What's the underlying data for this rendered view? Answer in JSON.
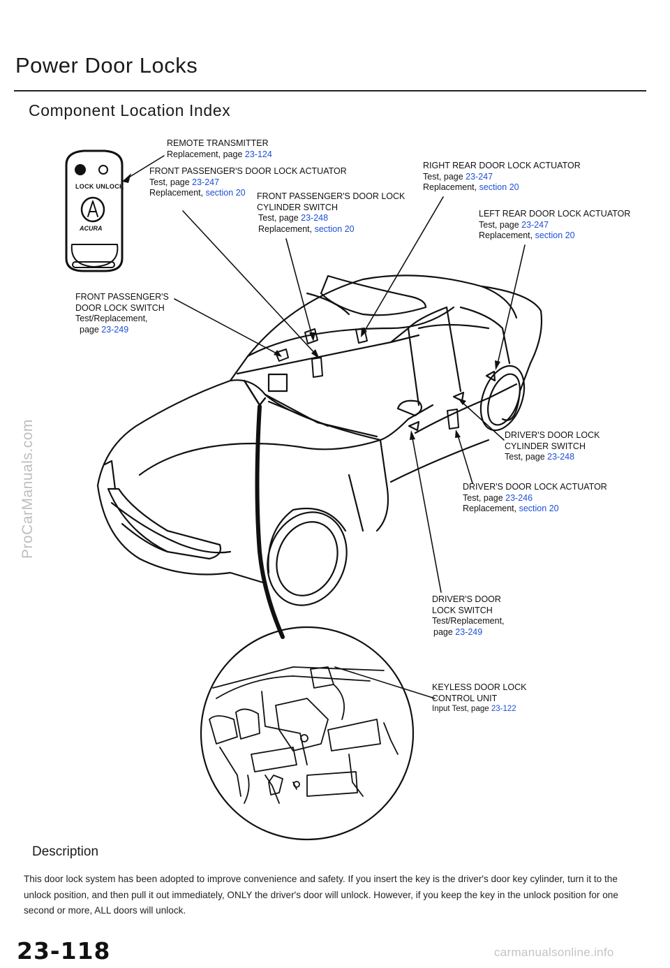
{
  "page_title": "Power Door Locks",
  "section_title": "Component Location Index",
  "keyfob": {
    "lock_unlock_label": "LOCK UNLOCK",
    "brand": "ACURA"
  },
  "callouts": {
    "remote_transmitter": {
      "name": "REMOTE  TRANSMITTER",
      "line2_prefix": "Replacement, page ",
      "line2_ref": "23-124"
    },
    "front_pass_actuator": {
      "name": "FRONT PASSENGER'S DOOR LOCK ACTUATOR",
      "test_prefix": "Test, page ",
      "test_ref": "23-247",
      "repl_prefix": "Replacement, ",
      "repl_ref": "section 20"
    },
    "front_pass_cyl_switch": {
      "name1": "FRONT  PASSENGER'S  DOOR  LOCK",
      "name2": "CYLINDER  SWITCH",
      "test_prefix": "Test, page ",
      "test_ref": "23-248",
      "repl_prefix": "Replacement, ",
      "repl_ref": "section 20"
    },
    "right_rear_actuator": {
      "name": "RIGHT REAR DOOR LOCK ACTUATOR",
      "test_prefix": "Test, page ",
      "test_ref": "23-247",
      "repl_prefix": "Replacement, ",
      "repl_ref": "section 20"
    },
    "left_rear_actuator": {
      "name": "LEFT REAR DOOR LOCK ACTUATOR",
      "test_prefix": "Test, page ",
      "test_ref": "23-247",
      "repl_prefix": "Replacement, ",
      "repl_ref": "section 20"
    },
    "front_pass_lock_switch": {
      "name1": "FRONT PASSENGER'S",
      "name2": "DOOR  LOCK  SWITCH",
      "line3": "Test/Replacement,",
      "page_prefix": "page ",
      "page_ref": "23-249"
    },
    "drivers_cyl_switch": {
      "name1": "DRIVER'S DOOR LOCK",
      "name2": "CYLINDER  SWITCH",
      "test_prefix": "Test, page ",
      "test_ref": "23-248"
    },
    "drivers_actuator": {
      "name": "DRIVER'S DOOR LOCK ACTUATOR",
      "test_prefix": "Test, page ",
      "test_ref": "23-246",
      "repl_prefix": "Replacement, ",
      "repl_ref": "section 20"
    },
    "drivers_lock_switch": {
      "name1": "DRIVER'S DOOR",
      "name2": "LOCK  SWITCH",
      "line3": "Test/Replacement,",
      "page_prefix": "page ",
      "page_ref": "23-249"
    },
    "keyless_unit": {
      "name1": "KEYLESS DOOR LOCK",
      "name2": "CONTROL UNIT",
      "input_prefix": "Input Test,  page ",
      "input_ref": "23-122"
    }
  },
  "description": {
    "heading": "Description",
    "body": "This door lock system has been adopted to improve convenience and safety. If you insert the key is the driver's door key cylinder, turn it to the unlock position, and then pull it out immediately, ONLY the driver's door will unlock. However, if you keep the key in the unlock position for one second or more, ALL doors will unlock."
  },
  "page_number": "23-118",
  "watermarks": {
    "side": "ProCarManuals.com",
    "bottom": "carmanualsonline.info"
  },
  "colors": {
    "reference_link": "#1d4fd6",
    "text": "#111111"
  }
}
